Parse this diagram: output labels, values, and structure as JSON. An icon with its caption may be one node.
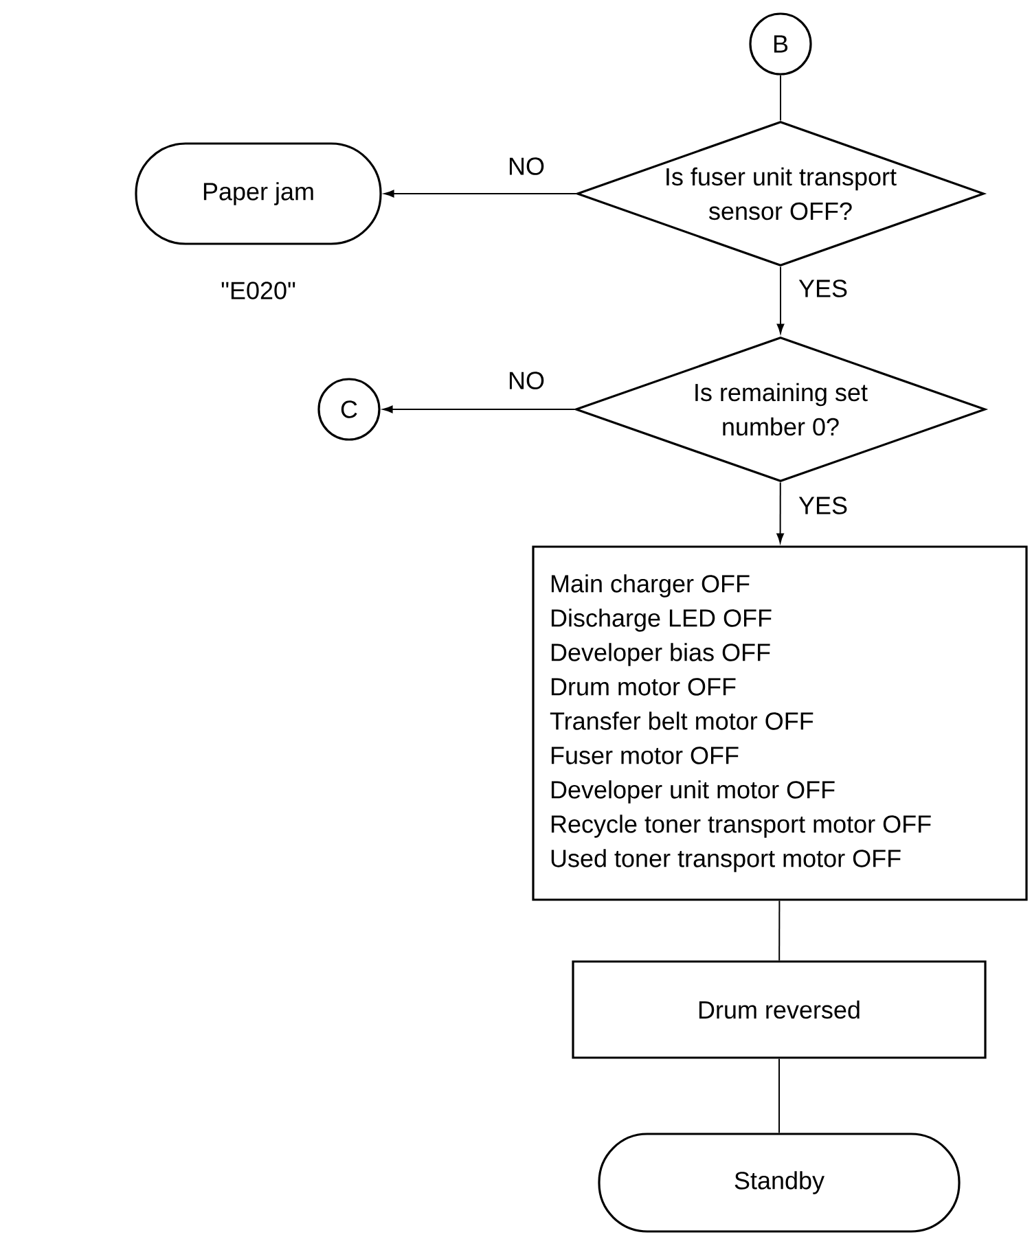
{
  "diagram": {
    "nodes": [
      {
        "text": [
          "B"
        ]
      },
      {
        "text": [
          "Is fuser unit transport sensor OFF?"
        ]
      },
      {
        "text": [
          "Paper jam"
        ],
        "beside": [
          "\"E020\""
        ]
      },
      {
        "text": [
          "Is remaining set number 0?"
        ]
      },
      {
        "text": [
          "C"
        ]
      },
      {
        "text": [
          "Main charger OFF",
          "Discharge LED OFF",
          "Developer bias OFF",
          "Drum motor OFF",
          "Transfer belt motor OFF",
          "Fuser motor OFF",
          "Developer unit motor OFF",
          "Recycle toner transport motor OFF",
          "Used toner transport motor OFF"
        ]
      },
      {
        "text": [
          "Drum reversed"
        ]
      },
      {
        "text": [
          "Standby"
        ]
      }
    ],
    "edges": [
      {
        "from": 0,
        "to": 1,
        "arrow": "none"
      },
      {
        "from": 1,
        "to": 2,
        "arrow": "to",
        "label": "NO"
      },
      {
        "from": 1,
        "to": 3,
        "arrow": "to",
        "label": "YES"
      },
      {
        "from": 3,
        "to": 4,
        "arrow": "to",
        "label": "NO"
      },
      {
        "from": 3,
        "to": 5,
        "arrow": "to",
        "label": "YES"
      },
      {
        "from": 5,
        "to": 6,
        "arrow": "none"
      },
      {
        "from": 6,
        "to": 7,
        "arrow": "none"
      }
    ]
  }
}
